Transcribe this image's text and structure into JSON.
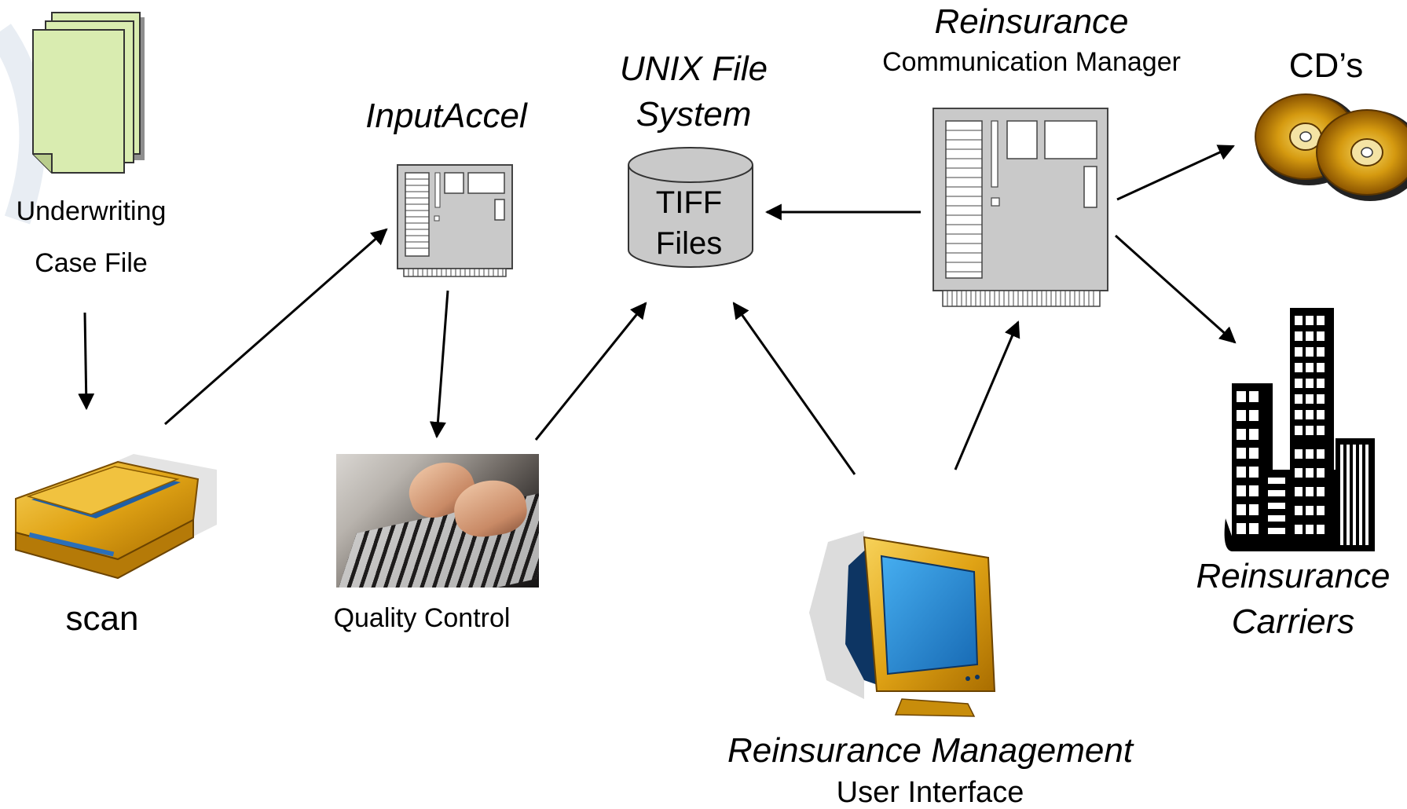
{
  "nodes": {
    "case_file": {
      "label_line1": "Underwriting",
      "label_line2": "Case File"
    },
    "scan": {
      "label": "scan"
    },
    "input_accel": {
      "label": "InputAccel"
    },
    "quality_control": {
      "label": "Quality Control"
    },
    "unix_fs": {
      "title_line1": "UNIX File",
      "title_line2": "System",
      "db_line1": "TIFF",
      "db_line2": "Files"
    },
    "comm_manager": {
      "title": "Reinsurance",
      "subtitle": "Communication Manager"
    },
    "cds": {
      "label": "CD’s"
    },
    "carriers": {
      "label_line1": "Reinsurance",
      "label_line2": "Carriers"
    },
    "mgmt_ui": {
      "title": "Reinsurance Management",
      "subtitle": "User Interface"
    }
  },
  "colors": {
    "paper_fill": "#d9ecb0",
    "paper_shadow": "#9a9a9a",
    "server_fill": "#c9c9c9",
    "gold": "#d9a21b",
    "gold_dark": "#8a5a00",
    "screen_blue": "#1f86d4",
    "screen_navy": "#0d3563"
  }
}
